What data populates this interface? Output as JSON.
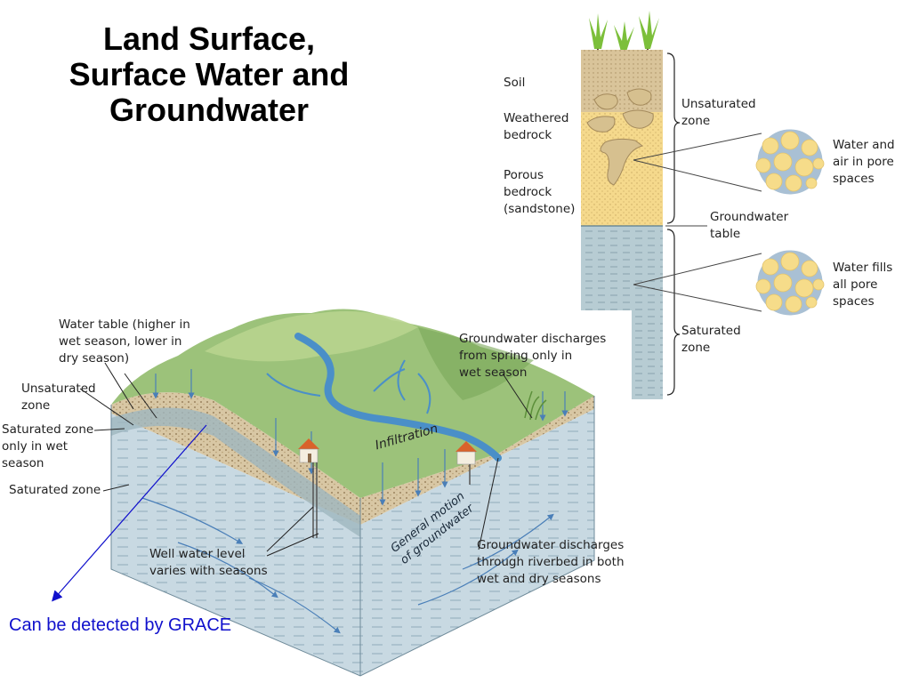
{
  "title": {
    "line1": "Land Surface,",
    "line2": "Surface Water and",
    "line3": "Groundwater"
  },
  "profile": {
    "soil": "Soil",
    "weathered": [
      "Weathered",
      "bedrock"
    ],
    "porous": [
      "Porous",
      "bedrock",
      "(sandstone)"
    ],
    "unsaturated": [
      "Unsaturated",
      "zone"
    ],
    "water_air": [
      "Water and",
      "air in pore",
      "spaces"
    ],
    "gw_table": [
      "Groundwater",
      "table"
    ],
    "water_fills": [
      "Water fills",
      "all pore",
      "spaces"
    ],
    "saturated": [
      "Saturated",
      "zone"
    ]
  },
  "block": {
    "water_table": [
      "Water table (higher in",
      "wet season, lower in",
      "dry season)"
    ],
    "unsaturated": [
      "Unsaturated",
      "zone"
    ],
    "saturated_wet": [
      "Saturated zone",
      "only in wet",
      "season"
    ],
    "saturated": "Saturated zone",
    "spring": [
      "Groundwater discharges",
      "from spring only in",
      "wet season"
    ],
    "infiltration": "Infiltration",
    "motion": [
      "General motion",
      "of groundwater"
    ],
    "well": [
      "Well water level",
      "varies with seasons"
    ],
    "riverbed": [
      "Groundwater discharges",
      "through riverbed in both",
      "wet and dry seasons"
    ]
  },
  "annotation": "Can be detected by GRACE",
  "colors": {
    "soil": "#d9c49a",
    "bedrock": "#f5d98c",
    "saturated": "#b7ccd3",
    "land": "#8fb86a",
    "river": "#4a8fc8",
    "annotation": "#1010cc"
  }
}
